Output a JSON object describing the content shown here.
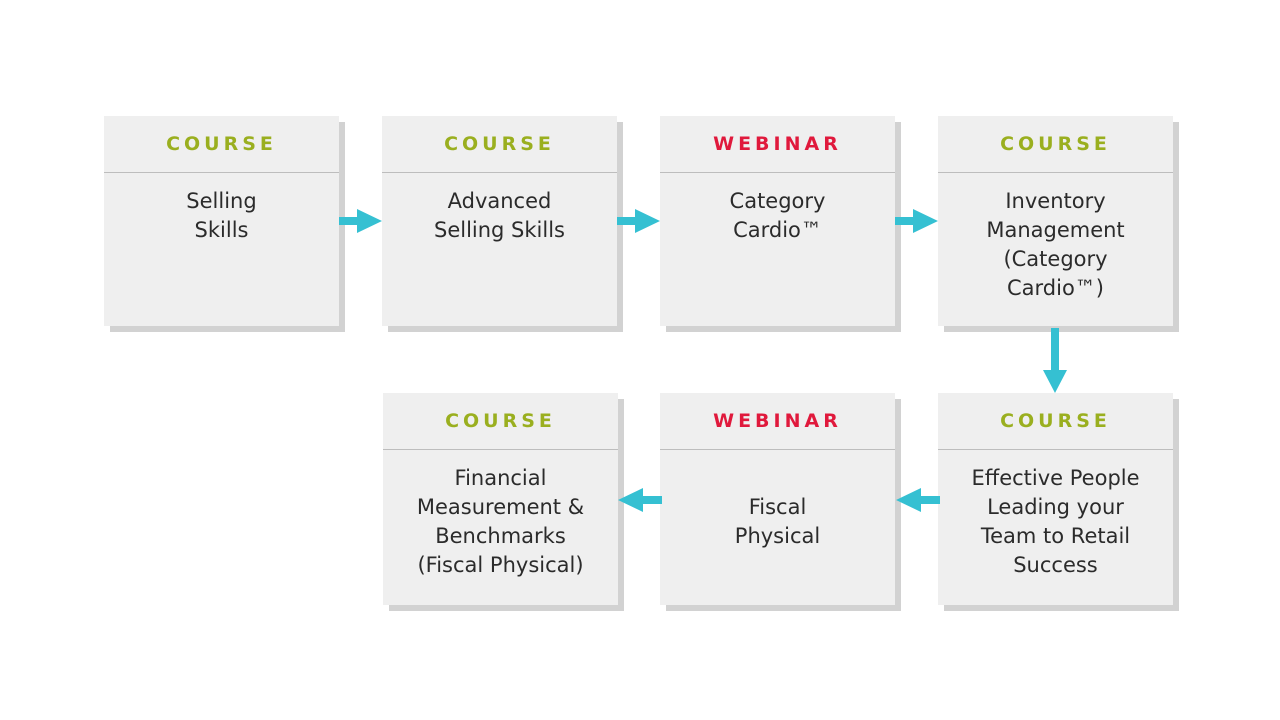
{
  "colors": {
    "course": "#9aaf1f",
    "webinar": "#e0193c",
    "arrow": "#35c0d2",
    "card": "#efefef",
    "shadow": "#d2d2d2",
    "text": "#2b2b2b"
  },
  "cards": [
    {
      "type": "COURSE",
      "title": "Selling\nSkills"
    },
    {
      "type": "COURSE",
      "title": "Advanced\nSelling Skills"
    },
    {
      "type": "WEBINAR",
      "title": "Category\nCardio™"
    },
    {
      "type": "COURSE",
      "title": "Inventory\nManagement\n(Category\nCardio™)"
    },
    {
      "type": "COURSE",
      "title": "Effective People\nLeading your\nTeam to Retail\nSuccess"
    },
    {
      "type": "WEBINAR",
      "title": "Fiscal\nPhysical"
    },
    {
      "type": "COURSE",
      "title": "Financial\nMeasurement &\nBenchmarks\n(Fiscal Physical)"
    }
  ],
  "arrows": [
    {
      "from": 0,
      "to": 1,
      "direction": "right-arrow-icon"
    },
    {
      "from": 1,
      "to": 2,
      "direction": "right-arrow-icon"
    },
    {
      "from": 2,
      "to": 3,
      "direction": "right-arrow-icon"
    },
    {
      "from": 3,
      "to": 4,
      "direction": "down-arrow-icon"
    },
    {
      "from": 4,
      "to": 5,
      "direction": "left-arrow-icon"
    },
    {
      "from": 5,
      "to": 6,
      "direction": "left-arrow-icon"
    }
  ]
}
